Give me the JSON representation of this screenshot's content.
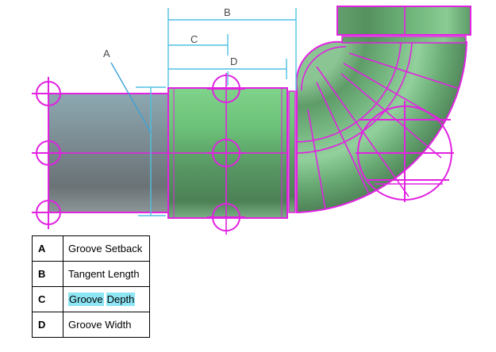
{
  "diagram": {
    "title_hint": "Grooved elbow fitting with coupling – groove dimension callouts",
    "dimension_labels": {
      "a": "A",
      "b": "B",
      "c": "C",
      "d": "D"
    },
    "colors": {
      "wireframe_magenta": "#e122e1",
      "dimension_cyan": "#4fc0e4",
      "leader_blue": "#3fa0d8",
      "label_gray": "#4a4a4a",
      "selection_highlight": "#8ee5f3",
      "pipe_gray_light": "#8da8b1",
      "pipe_gray_dark": "#6a7276",
      "fitting_green_light": "#8fd099",
      "fitting_green_dark": "#4e8157"
    }
  },
  "legend_table": {
    "rows": [
      {
        "key": "A",
        "label": "Groove Setback",
        "highlighted": false
      },
      {
        "key": "B",
        "label": "Tangent Length",
        "highlighted": false
      },
      {
        "key": "C",
        "label": "Groove Depth",
        "highlighted": true,
        "words": [
          "Groove",
          "Depth"
        ]
      },
      {
        "key": "D",
        "label": "Groove Width",
        "highlighted": false
      }
    ]
  }
}
